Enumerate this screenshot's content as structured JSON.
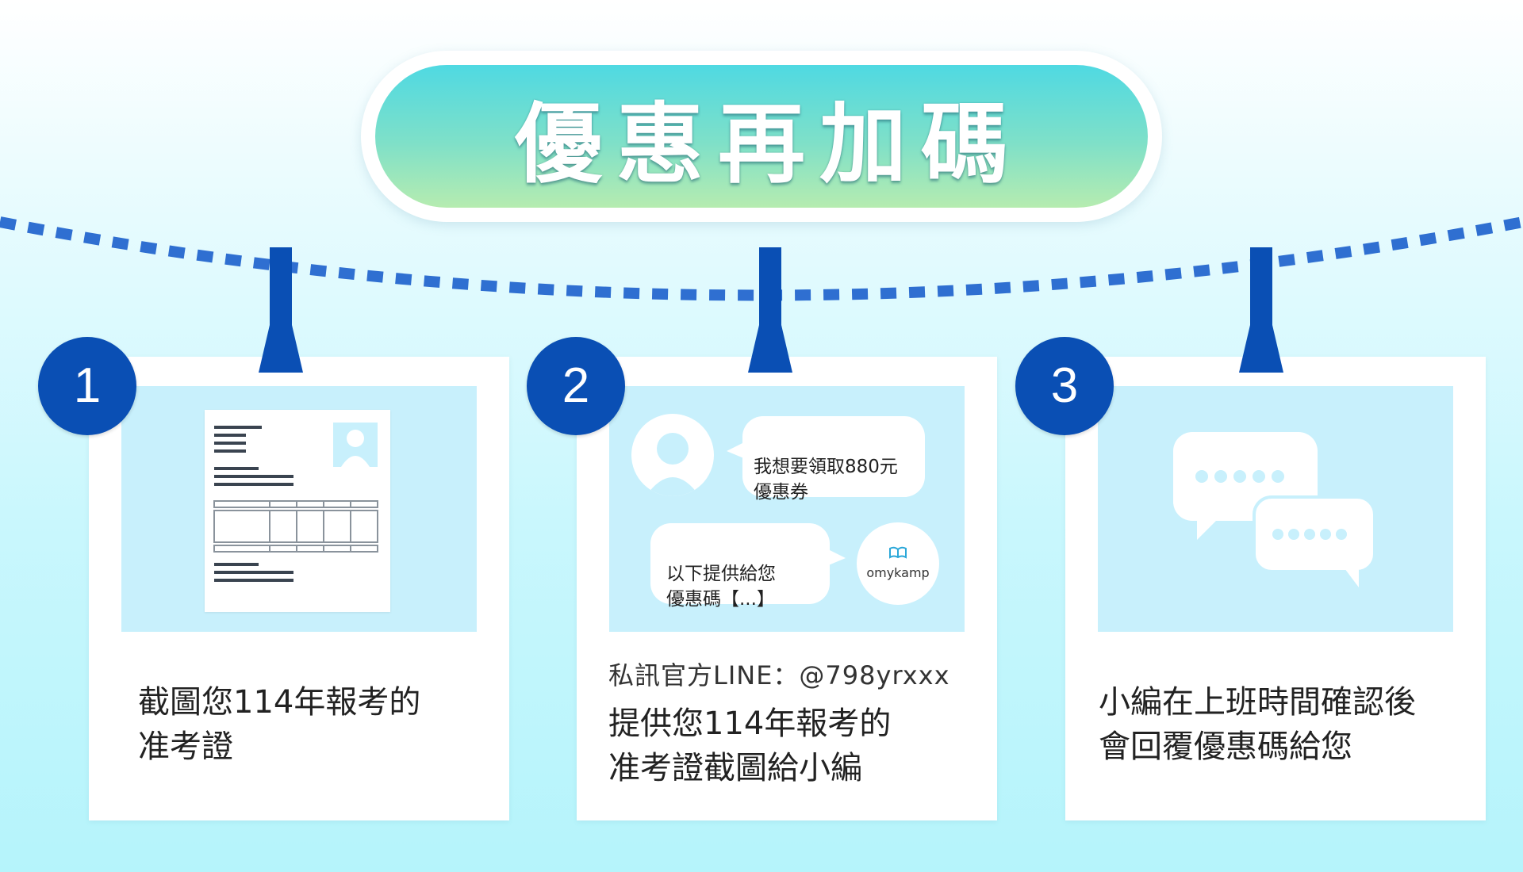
{
  "title": "優惠再加碼",
  "steps": [
    {
      "number": "1",
      "text": "截圖您114年報考的\n准考證"
    },
    {
      "number": "2",
      "subtext": "私訊官方LINE：@798yrxxx",
      "text": "提供您114年報考的\n准考證截圖給小編",
      "chat": {
        "user_message": "我想要領取880元\n優惠券",
        "reply_message": "以下提供給您\n優惠碼【...】",
        "brand": "omykamp"
      }
    },
    {
      "number": "3",
      "text": "小編在上班時間確認後\n會回覆優惠碼給您"
    }
  ],
  "colors": {
    "primary_blue": "#0a4fb4",
    "rope_blue": "#2f6fd1",
    "panel_bg": "#c8f0fc",
    "title_gradient_top": "#4fd9e2",
    "title_gradient_bottom": "#b6ecb0"
  },
  "icons": [
    "user-avatar-icon",
    "book-icon",
    "chat-bubbles-icon",
    "document-icon"
  ]
}
